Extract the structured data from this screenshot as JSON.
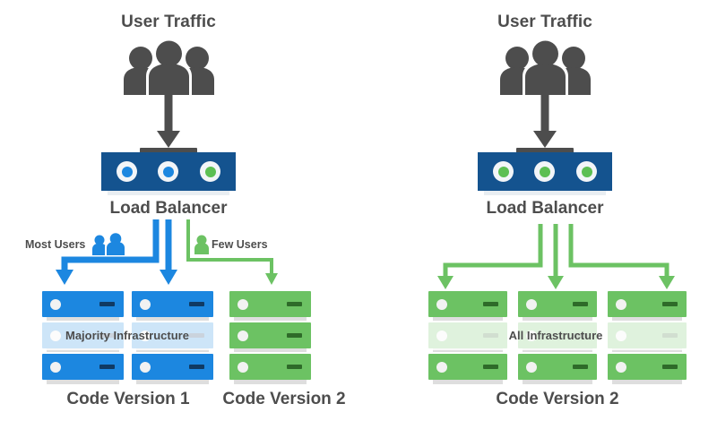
{
  "diagram": {
    "title_left": "User Traffic",
    "title_right": "User Traffic",
    "colors": {
      "blue": "#1c87e0",
      "blue_dark": "#14538f",
      "blue_arrow": "#1c87e0",
      "green": "#6cc263",
      "green_arrow": "#6cc263",
      "gray": "#4d4d4d",
      "white": "#ffffff"
    }
  },
  "left_panel": {
    "users_label": "User Traffic",
    "users_icon": "three-people-icon",
    "load_balancer_label": "Load Balancer",
    "load_balancer_leds": [
      "blue",
      "blue",
      "green"
    ],
    "flow_labels": [
      {
        "text": "Most Users",
        "icon": "two-people-icon",
        "color": "blue"
      },
      {
        "text": "Few Users",
        "icon": "one-person-icon",
        "color": "green"
      }
    ],
    "infrastructure_label": "Majority Infrastructure",
    "racks": [
      {
        "color": "blue",
        "units": 3
      },
      {
        "color": "blue",
        "units": 3
      },
      {
        "color": "green",
        "units": 3
      }
    ],
    "version_labels": [
      "Code Version 1",
      "Code Version 2"
    ]
  },
  "right_panel": {
    "users_label": "User Traffic",
    "users_icon": "three-people-icon",
    "load_balancer_label": "Load Balancer",
    "load_balancer_leds": [
      "green",
      "green",
      "green"
    ],
    "infrastructure_label": "All Infrastructure",
    "racks": [
      {
        "color": "green",
        "units": 3
      },
      {
        "color": "green",
        "units": 3
      },
      {
        "color": "green",
        "units": 3
      }
    ],
    "version_labels": [
      "Code Version 2"
    ]
  }
}
